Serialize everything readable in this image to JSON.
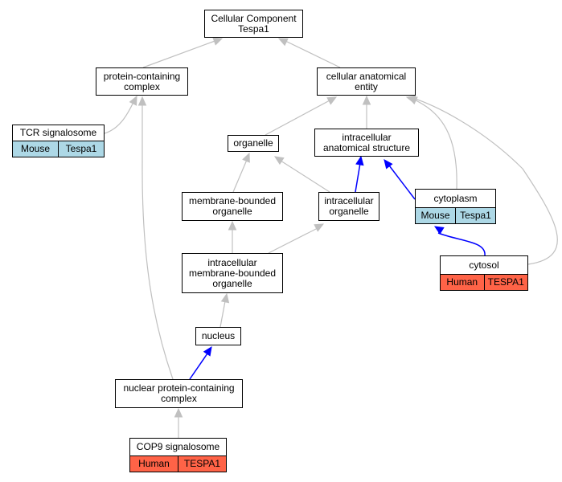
{
  "colors": {
    "edge_gray": "#c0c0c0",
    "edge_blue": "#0000ff",
    "mouse_bg": "#add8e6",
    "human_bg": "#ff6347"
  },
  "nodes": {
    "root": {
      "line1": "Cellular Component",
      "line2": "Tespa1"
    },
    "protein_containing_complex": {
      "line1": "protein-containing",
      "line2": "complex"
    },
    "cellular_anatomical_entity": {
      "line1": "cellular anatomical",
      "line2": "entity"
    },
    "organelle": {
      "line1": "organelle"
    },
    "intracellular_anatomical_structure": {
      "line1": "intracellular",
      "line2": "anatomical structure"
    },
    "membrane_bounded_organelle": {
      "line1": "membrane-bounded",
      "line2": "organelle"
    },
    "intracellular_organelle": {
      "line1": "intracellular",
      "line2": "organelle"
    },
    "intracellular_membrane_bounded_organelle": {
      "line1": "intracellular",
      "line2": "membrane-bounded",
      "line3": "organelle"
    },
    "nucleus": {
      "line1": "nucleus"
    },
    "nuclear_protein_containing_complex": {
      "line1": "nuclear protein-containing",
      "line2": "complex"
    }
  },
  "annotated": {
    "tcr_signalosome": {
      "title": "TCR signalosome",
      "species": "Mouse",
      "gene": "Tespa1"
    },
    "cytoplasm": {
      "title": "cytoplasm",
      "species": "Mouse",
      "gene": "Tespa1"
    },
    "cytosol": {
      "title": "cytosol",
      "species": "Human",
      "gene": "TESPA1"
    },
    "cop9_signalosome": {
      "title": "COP9 signalosome",
      "species": "Human",
      "gene": "TESPA1"
    }
  }
}
